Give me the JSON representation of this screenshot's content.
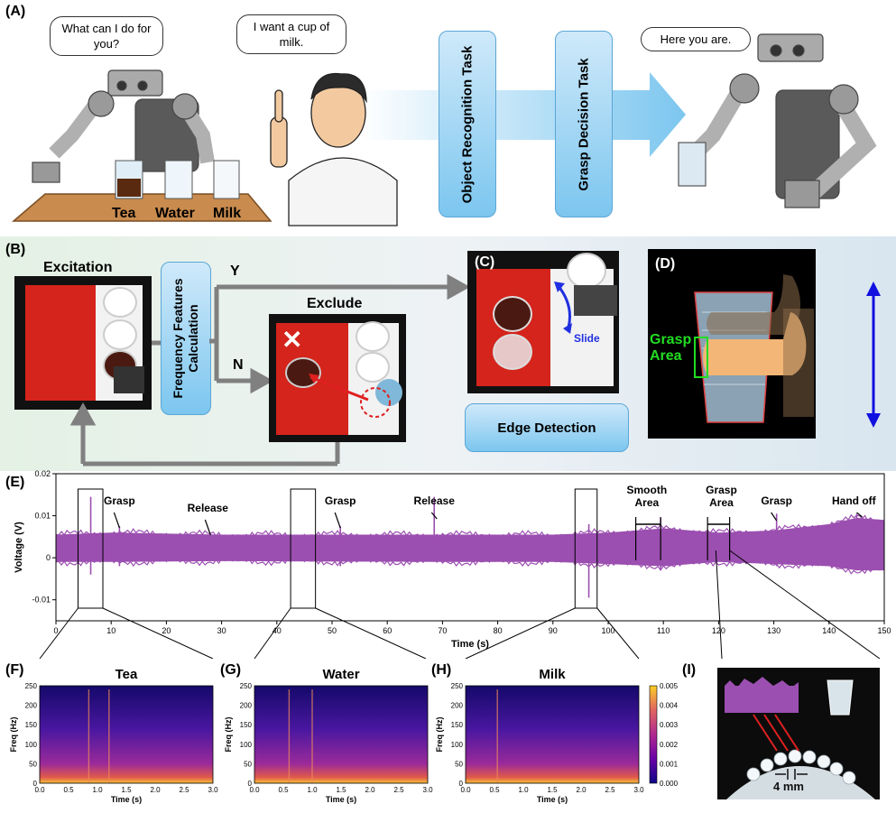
{
  "panel_a": {
    "label": "(A)",
    "robot_bubble": "What can I do for you?",
    "human_bubble": "I want a cup of milk.",
    "task1": "Object Recognition Task",
    "task2": "Grasp Decision Task",
    "robot2_bubble": "Here you are.",
    "cups": [
      "Tea",
      "Water",
      "Milk"
    ]
  },
  "panel_b": {
    "label": "(B)",
    "excitation": "Excitation",
    "freq_box": "Frequency Features Calculation",
    "exclude": "Exclude",
    "yes": "Y",
    "no": "N"
  },
  "panel_c": {
    "label": "(C)",
    "slide": "Slide",
    "edge_box": "Edge Detection"
  },
  "panel_d": {
    "label": "(D)",
    "grasp_area": "Grasp Area"
  },
  "panel_e": {
    "label": "(E)",
    "annotations": [
      {
        "text": "Grasp",
        "t": 11.5
      },
      {
        "text": "Release",
        "t": 27.5
      },
      {
        "text": "Grasp",
        "t": 51.5
      },
      {
        "text": "Release",
        "t": 68.5
      },
      {
        "text": "Smooth Area",
        "t": 107
      },
      {
        "text": "Grasp Area",
        "t": 120.5
      },
      {
        "text": "Grasp",
        "t": 130.5
      },
      {
        "text": "Hand off",
        "t": 144.5
      }
    ]
  },
  "panel_f": {
    "label": "(F)",
    "title": "Tea"
  },
  "panel_g": {
    "label": "(G)",
    "title": "Water"
  },
  "panel_h": {
    "label": "(H)",
    "title": "Milk"
  },
  "panel_i": {
    "label": "(I)",
    "measure": "4 mm"
  },
  "colors": {
    "signal": "#9b4fb0",
    "task_blue": "#7cc6ef",
    "grasp_green": "#22dd22",
    "red_arrow": "#e02020"
  },
  "chart_data": [
    {
      "type": "line",
      "panel": "E",
      "xlabel": "Time (s)",
      "ylabel": "Voltage (V)",
      "xlim": [
        0,
        150
      ],
      "ylim": [
        -0.015,
        0.02
      ],
      "xticks": [
        0,
        10,
        20,
        30,
        40,
        50,
        60,
        70,
        80,
        90,
        100,
        110,
        120,
        130,
        140,
        150
      ],
      "yticks": [
        -0.01,
        0,
        0.01,
        0.02
      ],
      "ytick_labels": [
        "-0.01",
        "0",
        "0.01",
        "0.02"
      ],
      "envelope": {
        "x": [
          0,
          10,
          30,
          50,
          70,
          90,
          100,
          110,
          120,
          130,
          140,
          145,
          150
        ],
        "upper": [
          0.0055,
          0.006,
          0.0055,
          0.0055,
          0.0055,
          0.0055,
          0.006,
          0.007,
          0.006,
          0.0065,
          0.008,
          0.0095,
          0.009
        ],
        "lower": [
          -0.001,
          -0.001,
          -0.0008,
          -0.0009,
          -0.001,
          -0.001,
          -0.0015,
          -0.002,
          -0.001,
          -0.0015,
          -0.002,
          -0.003,
          -0.003
        ]
      },
      "spikes": [
        {
          "t": 6.3,
          "hi": 0.0145,
          "lo": -0.004
        },
        {
          "t": 11.5,
          "hi": 0.0075,
          "lo": -0.002
        },
        {
          "t": 51.5,
          "hi": 0.0075,
          "lo": -0.002
        },
        {
          "t": 68.5,
          "hi": 0.0145,
          "lo": -0.001
        },
        {
          "t": 96.5,
          "hi": 0.008,
          "lo": -0.0095
        },
        {
          "t": 109.5,
          "hi": 0.0095,
          "lo": -0.003
        },
        {
          "t": 130.5,
          "hi": 0.0105,
          "lo": -0.002
        },
        {
          "t": 145,
          "hi": 0.0105,
          "lo": -0.003
        }
      ]
    },
    {
      "type": "heatmap",
      "panel": "F",
      "title": "Tea",
      "xlabel": "Time (s)",
      "ylabel": "Freq (Hz)",
      "xlim": [
        0,
        3
      ],
      "ylim": [
        0,
        250
      ],
      "xticks": [
        "0.0",
        "0.5",
        "1.0",
        "1.5",
        "2.0",
        "2.5",
        "3.0"
      ],
      "yticks": [
        0,
        50,
        100,
        150,
        200,
        250
      ]
    },
    {
      "type": "heatmap",
      "panel": "G",
      "title": "Water",
      "xlabel": "Time (s)",
      "ylabel": "Freq (Hz)",
      "xlim": [
        0,
        3
      ],
      "ylim": [
        0,
        250
      ],
      "xticks": [
        "0.0",
        "0.5",
        "1.0",
        "1.5",
        "2.0",
        "2.5",
        "3.0"
      ],
      "yticks": [
        0,
        50,
        100,
        150,
        200,
        250
      ]
    },
    {
      "type": "heatmap",
      "panel": "H",
      "title": "Milk",
      "xlabel": "Time (s)",
      "ylabel": "Freq (Hz)",
      "xlim": [
        0,
        3
      ],
      "ylim": [
        0,
        250
      ],
      "xticks": [
        "0.0",
        "0.5",
        "1.0",
        "1.5",
        "2.0",
        "2.5",
        "3.0"
      ],
      "yticks": [
        0,
        50,
        100,
        150,
        200,
        250
      ],
      "colorbar": {
        "min": 0.0,
        "max": 0.005,
        "ticks": [
          "0.005",
          "0.004",
          "0.003",
          "0.002",
          "0.001",
          "0.000"
        ]
      }
    }
  ]
}
